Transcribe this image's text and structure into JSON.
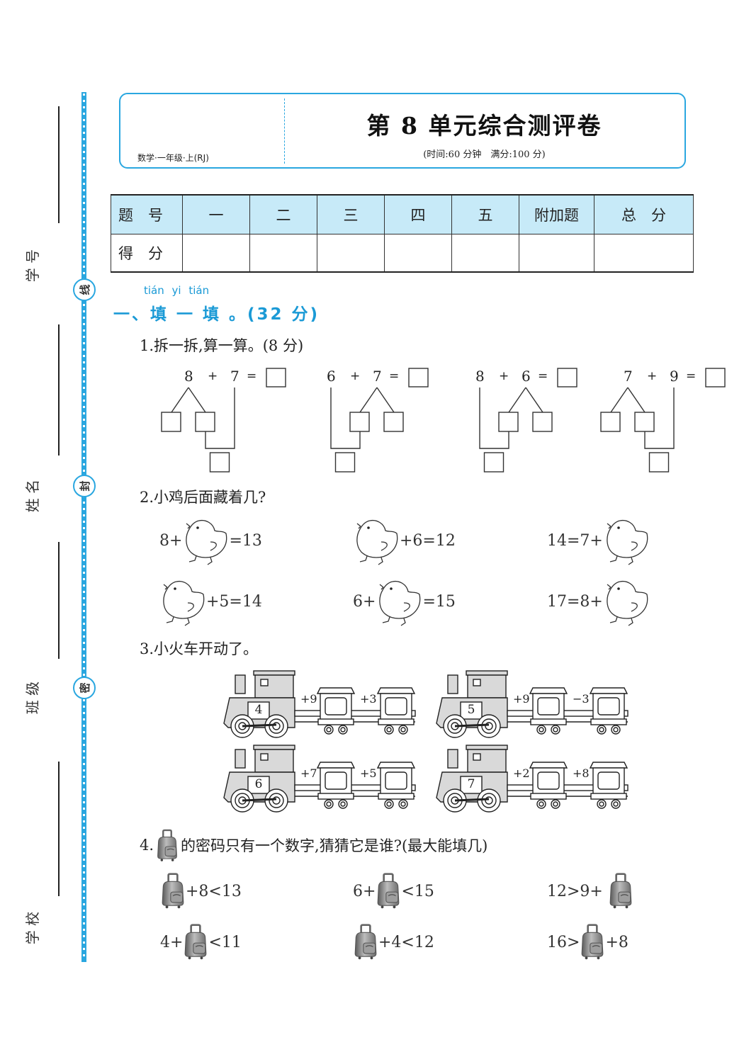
{
  "binding": {
    "labels": [
      "学 号",
      "姓 名",
      "班 级",
      "学 校"
    ],
    "seals": [
      "线",
      "封",
      "密"
    ]
  },
  "header": {
    "subject": "数学·一年级·上(RJ)",
    "title": "第 8 单元综合测评卷",
    "info": "(时间:60 分钟　满分:100 分)"
  },
  "score_table": {
    "header": [
      "题　号",
      "一",
      "二",
      "三",
      "四",
      "五",
      "附加题",
      "总　分"
    ],
    "row_label": "得　分",
    "scores": [
      "",
      "",
      "",
      "",
      "",
      "",
      ""
    ]
  },
  "section1": {
    "pinyin": "tián yi tián",
    "title": "一、填 一 填 。(32 分)",
    "q1": {
      "label": "1.拆一拆,算一算。(8 分)",
      "problems": [
        {
          "a": "8",
          "op": "+",
          "b": "7",
          "eq": "=",
          "split": "a"
        },
        {
          "a": "6",
          "op": "+",
          "b": "7",
          "eq": "=",
          "split": "b"
        },
        {
          "a": "8",
          "op": "+",
          "b": "6",
          "eq": "=",
          "split": "b"
        },
        {
          "a": "7",
          "op": "+",
          "b": "9",
          "eq": "=",
          "split": "a"
        }
      ]
    },
    "q2": {
      "label": "2.小鸡后面藏着几?",
      "items": [
        {
          "before": "8+",
          "after": "=13"
        },
        {
          "before": "",
          "after": "+6=12"
        },
        {
          "before": "14=7+",
          "after": ""
        },
        {
          "before": "",
          "after": "+5=14"
        },
        {
          "before": "6+",
          "after": "=15"
        },
        {
          "before": "17=8+",
          "after": ""
        }
      ]
    },
    "q3": {
      "label": "3.小火车开动了。",
      "trains": [
        {
          "start": "4",
          "op1": "+9",
          "op2": "+3"
        },
        {
          "start": "5",
          "op1": "+9",
          "op2": "−3"
        },
        {
          "start": "6",
          "op1": "+7",
          "op2": "+5"
        },
        {
          "start": "7",
          "op1": "+2",
          "op2": "+8"
        }
      ]
    },
    "q4": {
      "label_num": "4.",
      "label_text": "的密码只有一个数字,猜猜它是谁?(最大能填几)",
      "items": [
        {
          "before": "",
          "after": "+8<13"
        },
        {
          "before": "6+",
          "after": "<15"
        },
        {
          "before": "12>9+ ",
          "after": ""
        },
        {
          "before": "4+",
          "after": "<11"
        },
        {
          "before": "",
          "after": "+4<12"
        },
        {
          "before": "16>",
          "after": "+8"
        }
      ]
    }
  },
  "colors": {
    "accent": "#2aa7e0",
    "section_title": "#1b9ad6",
    "table_header_bg": "#c7eaf8",
    "train_fill": "#d9d9d9"
  }
}
